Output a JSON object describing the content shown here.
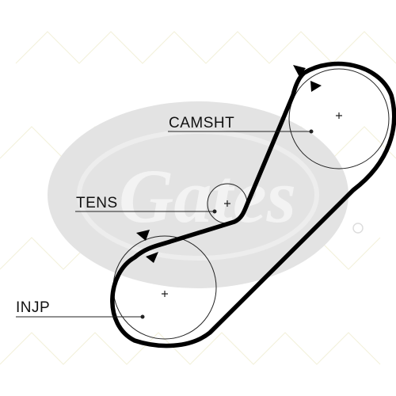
{
  "labels": {
    "camshaft": "CAMSHT",
    "tensioner": "TENS",
    "injection_pump": "INJP"
  },
  "watermark": {
    "text": "Gates",
    "color": "#e6e6e6"
  },
  "colors": {
    "belt": "#000000",
    "pulley_outline": "#222222",
    "leader_line": "#222222",
    "label_text": "#111111",
    "watermark_fill": "#e4e4e4",
    "watermark_pattern": "#ece9d6"
  }
}
